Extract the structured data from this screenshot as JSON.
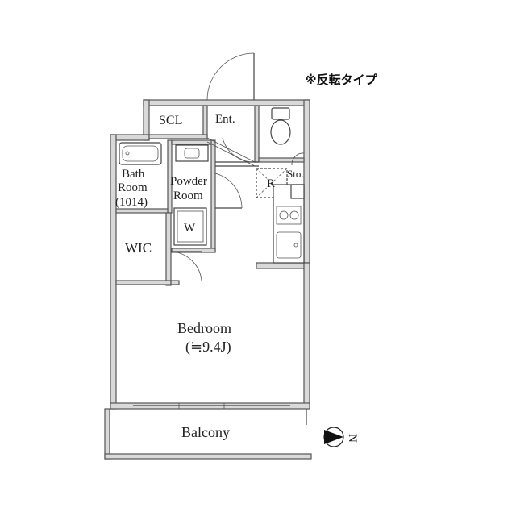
{
  "note": "※反転タイプ",
  "rooms": {
    "scl": "SCL",
    "ent": "Ent.",
    "bath_line1": "Bath",
    "bath_line2": "Room",
    "bath_line3": "(1014)",
    "powder_line1": "Powder",
    "powder_line2": "Room",
    "washer": "W",
    "refrigerator": "R",
    "storage": "Sto.",
    "wic": "WIC",
    "bedroom_line1": "Bedroom",
    "bedroom_line2": "(≒9.4J)",
    "balcony": "Balcony"
  },
  "compass": {
    "north_label": "N"
  },
  "colors": {
    "wall_fill": "#d9d9d9",
    "wall_stroke": "#555555",
    "text": "#222222"
  }
}
